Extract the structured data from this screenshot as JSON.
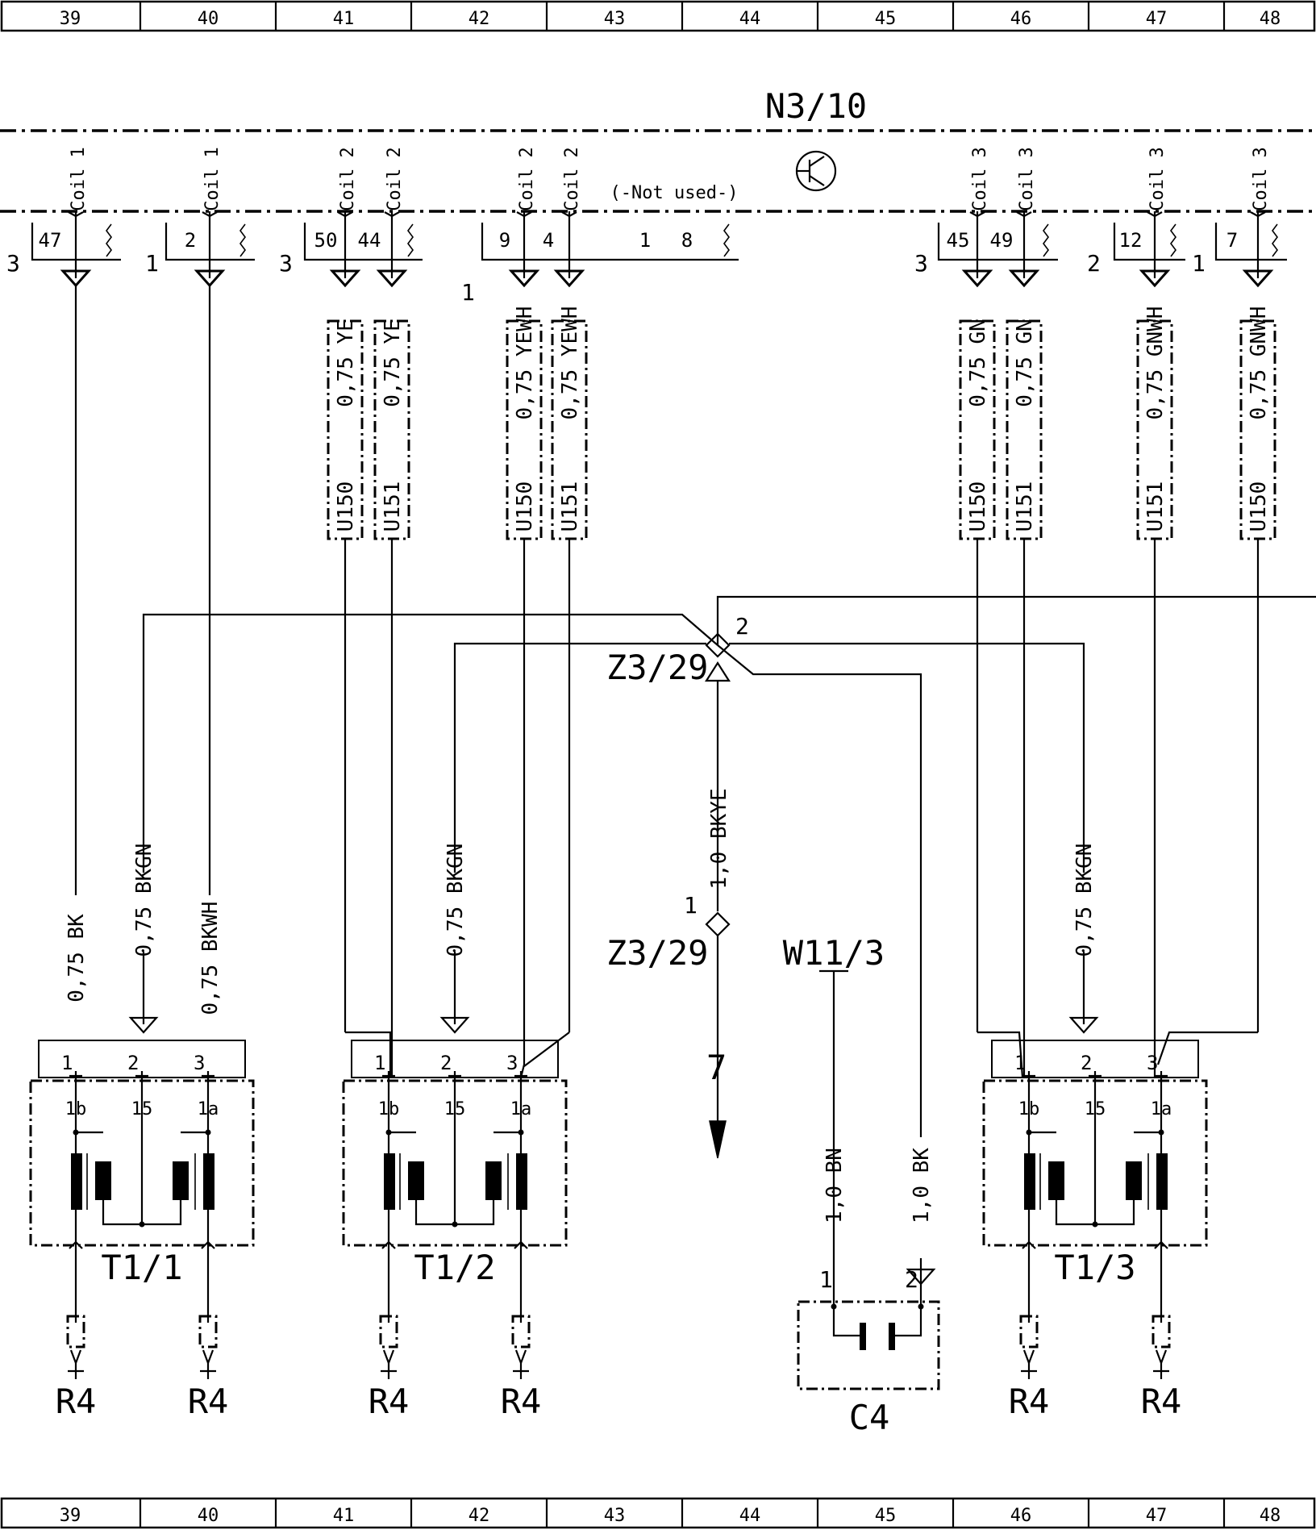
{
  "grid": {
    "columns": [
      "39",
      "40",
      "41",
      "42",
      "43",
      "44",
      "45",
      "46",
      "47",
      "48"
    ]
  },
  "control_unit": {
    "label": "N3/10",
    "not_used_note": "(-Not used-)"
  },
  "connector_groups": [
    {
      "number": "3",
      "pins": [
        "47"
      ]
    },
    {
      "number": "1",
      "pins": [
        "2"
      ]
    },
    {
      "number": "3",
      "pins": [
        "50",
        "44"
      ]
    },
    {
      "number": "1",
      "pins": [
        "9",
        "4",
        "1",
        "8"
      ]
    },
    {
      "number": "3",
      "pins": [
        "45",
        "49"
      ]
    },
    {
      "number": "2",
      "pins": [
        "12"
      ]
    },
    {
      "number": "1",
      "pins": [
        "7"
      ]
    }
  ],
  "wires": [
    {
      "terminal": "Coil 1",
      "spec": "0,75 BK",
      "module": "",
      "signal": ""
    },
    {
      "terminal": "Coil 1",
      "spec": "0,75 BKWH",
      "module": "",
      "signal": ""
    },
    {
      "terminal": "Coil 2",
      "spec": "0,75 YE",
      "module": "U150",
      "signal": ""
    },
    {
      "terminal": "Coil 2",
      "spec": "0,75 YE",
      "module": "U151",
      "signal": ""
    },
    {
      "terminal": "Coil 2",
      "spec": "0,75 YEWH",
      "module": "U150",
      "signal": ""
    },
    {
      "terminal": "Coil 2",
      "spec": "0,75 YEWH",
      "module": "U151",
      "signal": ""
    },
    {
      "terminal": "Coil 3",
      "spec": "0,75 GN",
      "module": "U150",
      "signal": ""
    },
    {
      "terminal": "Coil 3",
      "spec": "0,75 GN",
      "module": "U151",
      "signal": ""
    },
    {
      "terminal": "Coil 3",
      "spec": "0,75 GNWH",
      "module": "U151",
      "signal": ""
    },
    {
      "terminal": "Coil 3",
      "spec": "0,75 GNWH",
      "module": "U150",
      "signal": ""
    }
  ],
  "bkgn_spec": "0,75 BKGN",
  "splice": {
    "label": "Z3/29",
    "pin_top": "2",
    "pin_bottom": "1",
    "wire": "1,0 BKYE",
    "ref": "7"
  },
  "coil_packs": [
    {
      "label": "T1/1",
      "pins": [
        "1",
        "2",
        "3"
      ],
      "terminals": [
        "1b",
        "15",
        "1a"
      ]
    },
    {
      "label": "T1/2",
      "pins": [
        "1",
        "2",
        "3"
      ],
      "terminals": [
        "1b",
        "15",
        "1a"
      ]
    },
    {
      "label": "T1/3",
      "pins": [
        "1",
        "2",
        "3"
      ],
      "terminals": [
        "1b",
        "15",
        "1a"
      ]
    }
  ],
  "spark_plug_label": "R4",
  "shield": {
    "label": "W11/3",
    "wire_left": "1,0 BN",
    "wire_right": "1,0 BK"
  },
  "capacitor": {
    "label": "C4",
    "pin1": "1",
    "pin2": "2"
  }
}
